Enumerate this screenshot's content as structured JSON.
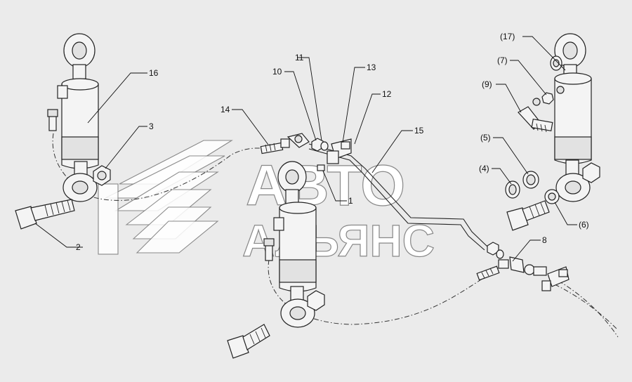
{
  "watermark": {
    "line1": "АВТО",
    "line2": "АЛЬЯНС"
  },
  "callouts": [
    {
      "id": "c1",
      "text": "1"
    },
    {
      "id": "c2",
      "text": "2"
    },
    {
      "id": "c3",
      "text": "3"
    },
    {
      "id": "c4",
      "text": "(4)"
    },
    {
      "id": "c5",
      "text": "(5)"
    },
    {
      "id": "c6",
      "text": "(6)"
    },
    {
      "id": "c7",
      "text": "(7)"
    },
    {
      "id": "c8",
      "text": "8"
    },
    {
      "id": "c9",
      "text": "(9)"
    },
    {
      "id": "c10",
      "text": "10"
    },
    {
      "id": "c11",
      "text": "11"
    },
    {
      "id": "c12",
      "text": "12"
    },
    {
      "id": "c13",
      "text": "13"
    },
    {
      "id": "c14",
      "text": "14"
    },
    {
      "id": "c15",
      "text": "15"
    },
    {
      "id": "c16",
      "text": "16"
    },
    {
      "id": "c17",
      "text": "(17)"
    }
  ],
  "colors": {
    "background": "#ebebeb",
    "line": "#222222",
    "watermark": "#ffffff"
  }
}
